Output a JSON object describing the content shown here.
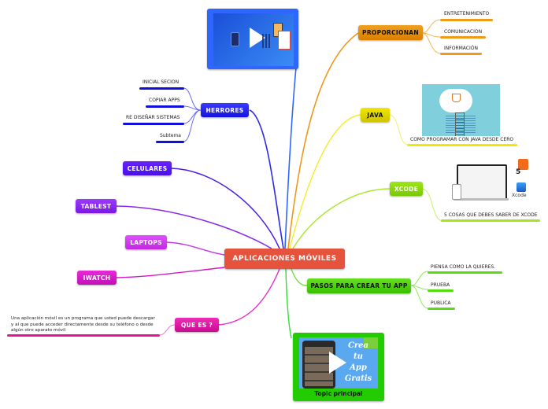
{
  "center": {
    "label": "APLICACIONES MÓVILES",
    "color": "#e5533d"
  },
  "branches": {
    "video_top": {
      "color": "#1f5bff",
      "icon": "video-thumbnail-icon"
    },
    "proporcionan": {
      "label": "PROPORCIONAN",
      "color": "#e08a00",
      "children": [
        "ENTRETENIMIENTO",
        "COMUNICACION",
        "INFORMACIÓN"
      ]
    },
    "herrores": {
      "label": "HERRORES",
      "color": "#1a22ee",
      "children": [
        "INICIAL SECION",
        "COPIAR APPS",
        "RE DISEÑAR SISTEMAS",
        "Subtema"
      ]
    },
    "java": {
      "label": "JAVA",
      "color": "#e5dc00",
      "children": [
        "COMO PROGRAMAR CON JAVA DESDE CERO"
      ]
    },
    "xcode": {
      "label": "XCODE",
      "color": "#8fdd00",
      "children": [
        "5 COSAS QUE DEBES SABER DE XCODE"
      ],
      "image_labels": {
        "number": "5",
        "xcode": "Xcode"
      }
    },
    "celulares": {
      "label": "CELULARES",
      "color": "#5a17f0"
    },
    "tablest": {
      "label": "TABLEST",
      "color": "#8a22ea"
    },
    "laptops": {
      "label": "LAPTOPS",
      "color": "#d23ae8"
    },
    "iwatch": {
      "label": "IWATCH",
      "color": "#d418c0"
    },
    "pasos": {
      "label": "PASOS PARA CREAR TU APP",
      "color": "#42cc00",
      "children": [
        "PIENSA COMO LA QUIERES.",
        "PRUEBA",
        "PUBLICA"
      ]
    },
    "que_es": {
      "label": "QUE ES ?",
      "color": "#e0189e",
      "children": [
        "Una aplicación móvil es un programa que usted puede descargar y al que puede acceder directamente desde su teléfono o desde algún otro aparato móvil"
      ]
    },
    "topic_principal": {
      "label": "Topic principal",
      "color": "#22cc00",
      "image_text": [
        "Crea tu",
        "App",
        "Gratis"
      ]
    }
  }
}
